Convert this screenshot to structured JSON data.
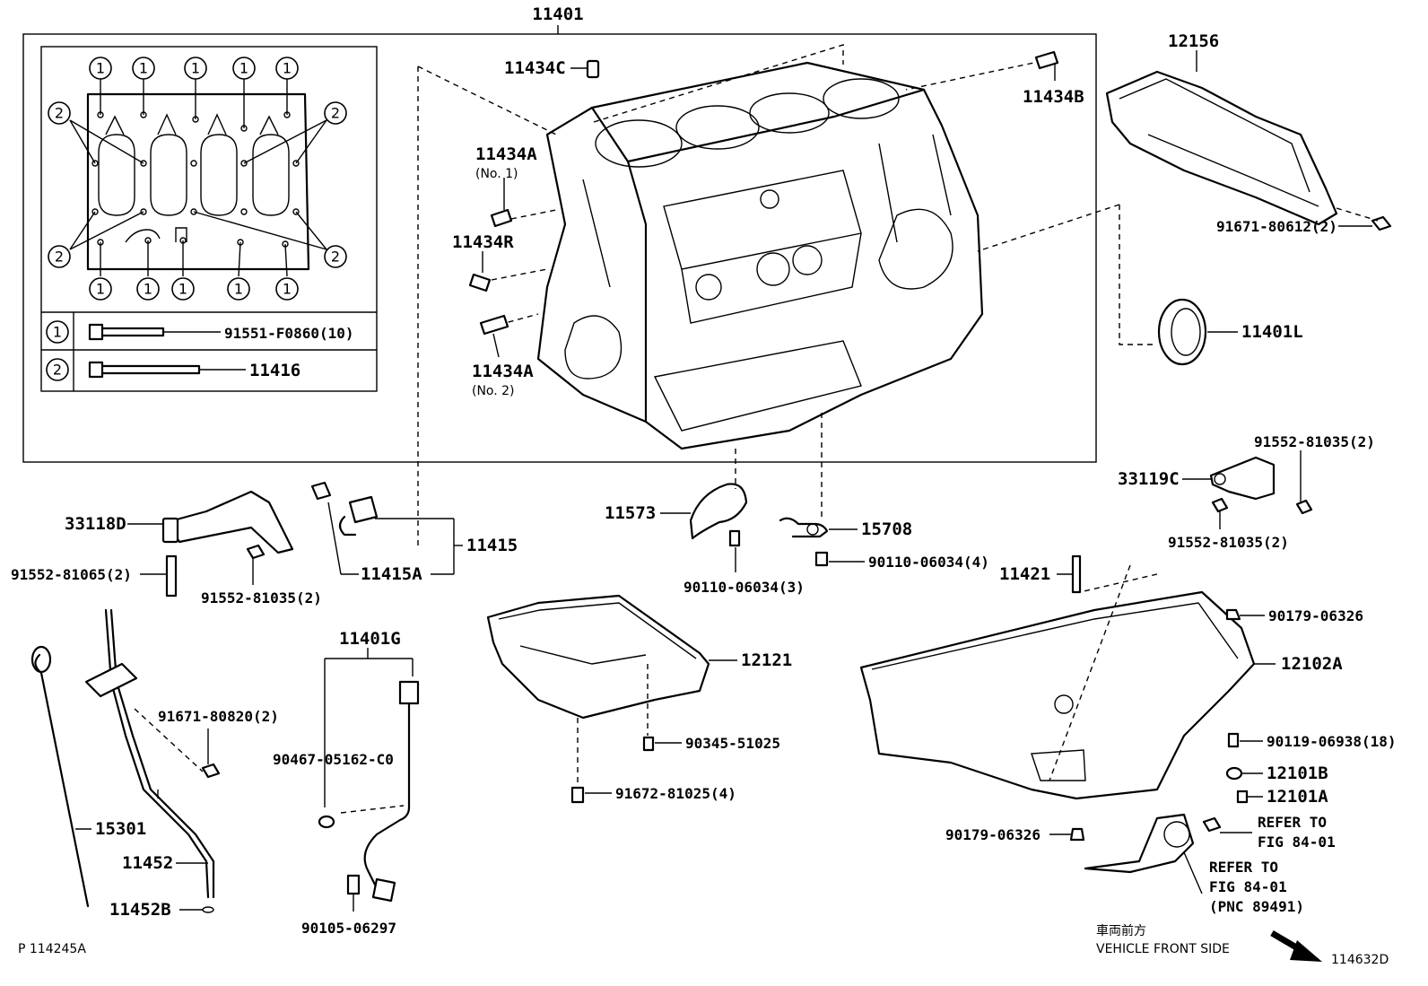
{
  "diagram": {
    "page_ref": "P  114245A",
    "figure_id": "114632D",
    "direction": {
      "jp": "車両前方",
      "en": "VEHICLE FRONT SIDE"
    },
    "legend": [
      {
        "mark": "1",
        "part": "91551-F0860(10)"
      },
      {
        "mark": "2",
        "part": "11416"
      }
    ],
    "callouts": {
      "c11401": "11401",
      "c11434C": "11434C",
      "c11434B": "11434B",
      "c11434A1": "11434A",
      "c11434A1_sub": "(No. 1)",
      "c11434R": "11434R",
      "c11434A2": "11434A",
      "c11434A2_sub": "(No. 2)",
      "c12156": "12156",
      "c91671_80612": "91671-80612(2)",
      "c11401L": "11401L",
      "c91552_81035_a": "91552-81035(2)",
      "c33119C": "33119C",
      "c91552_81035_b": "91552-81035(2)",
      "c33118D": "33118D",
      "c91552_81065": "91552-81065(2)",
      "c91552_81035_c": "91552-81035(2)",
      "c11415A": "11415A",
      "c11415": "11415",
      "c11573": "11573",
      "c90110_3": "90110-06034(3)",
      "c15708": "15708",
      "c90110_4": "90110-06034(4)",
      "c11421": "11421",
      "c90179_a": "90179-06326",
      "c12102A": "12102A",
      "c90119": "90119-06938(18)",
      "c12101B": "12101B",
      "c12101A": "12101A",
      "c90179_b": "90179-06326",
      "c_refer1_a": "REFER TO",
      "c_refer1_b": "FIG 84-01",
      "c_refer2_a": "REFER TO",
      "c_refer2_b": "FIG 84-01",
      "c_refer2_c": "(PNC 89491)",
      "c11401G": "11401G",
      "c90467": "90467-05162-C0",
      "c90105": "90105-06297",
      "c12121": "12121",
      "c90345": "90345-51025",
      "c91672": "91672-81025(4)",
      "c91671_80820": "91671-80820(2)",
      "c15301": "15301",
      "c11452": "11452",
      "c11452B": "11452B"
    }
  }
}
